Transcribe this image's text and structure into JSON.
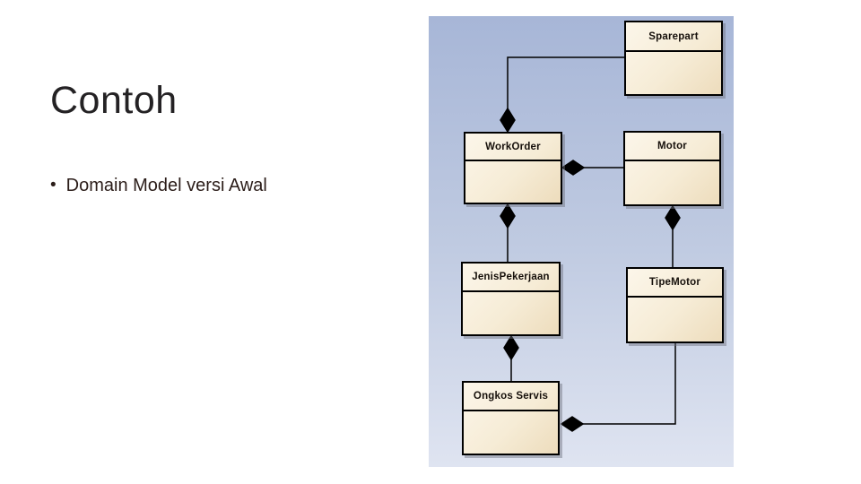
{
  "slide": {
    "title": "Contoh",
    "bullet_glyph": "•",
    "bullet": "Domain Model versi Awal"
  },
  "diagram": {
    "type": "uml-domain-model",
    "classes": [
      {
        "name": "Sparepart"
      },
      {
        "name": "WorkOrder"
      },
      {
        "name": "Motor"
      },
      {
        "name": "JenisPekerjaan"
      },
      {
        "name": "TipeMotor"
      },
      {
        "name": "Ongkos Servis"
      }
    ],
    "relationships": [
      {
        "whole": "WorkOrder",
        "part": "Sparepart",
        "type": "composition"
      },
      {
        "whole": "WorkOrder",
        "part": "Motor",
        "type": "composition"
      },
      {
        "whole": "WorkOrder",
        "part": "JenisPekerjaan",
        "type": "composition"
      },
      {
        "whole": "Motor",
        "part": "TipeMotor",
        "type": "composition"
      },
      {
        "whole": "JenisPekerjaan",
        "part": "Ongkos Servis",
        "type": "composition"
      },
      {
        "whole": "Ongkos Servis",
        "part": "TipeMotor",
        "type": "composition"
      }
    ],
    "colors": {
      "panel_gradient_top": "#a7b6d7",
      "panel_gradient_bottom": "#dfe4f1",
      "box_fill_light": "#fcf6ea",
      "box_fill_dark": "#eddcbc",
      "box_border": "#000000",
      "connector": "#000000"
    }
  }
}
